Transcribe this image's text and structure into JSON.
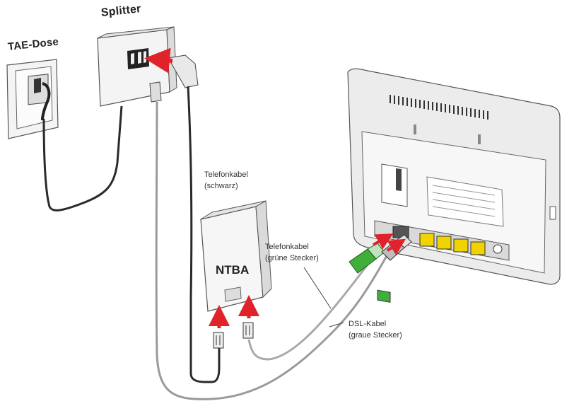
{
  "labels": {
    "tae_dose": "TAE-Dose",
    "splitter": "Splitter",
    "ntba": "NTBA",
    "telefonkabel_schwarz_line1": "Telefonkabel",
    "telefonkabel_schwarz_line2": "(schwarz)",
    "telefonkabel_gruen_line1": "Telefonkabel",
    "telefonkabel_gruen_line2": "(grüne Stecker)",
    "dsl_kabel_line1": "DSL-Kabel",
    "dsl_kabel_line2": "(graue Stecker)"
  },
  "colors": {
    "arrow": "#e0232a",
    "green_plug": "#3fae3a",
    "yellow_port": "#f0d300",
    "device": "#f3f3f3",
    "cable_black": "#2a2a2a",
    "cable_grey": "#a9a9a9"
  },
  "icons": [
    "tae-socket",
    "splitter-box",
    "ntba-box",
    "router",
    "rj45-plug",
    "red-arrow"
  ]
}
